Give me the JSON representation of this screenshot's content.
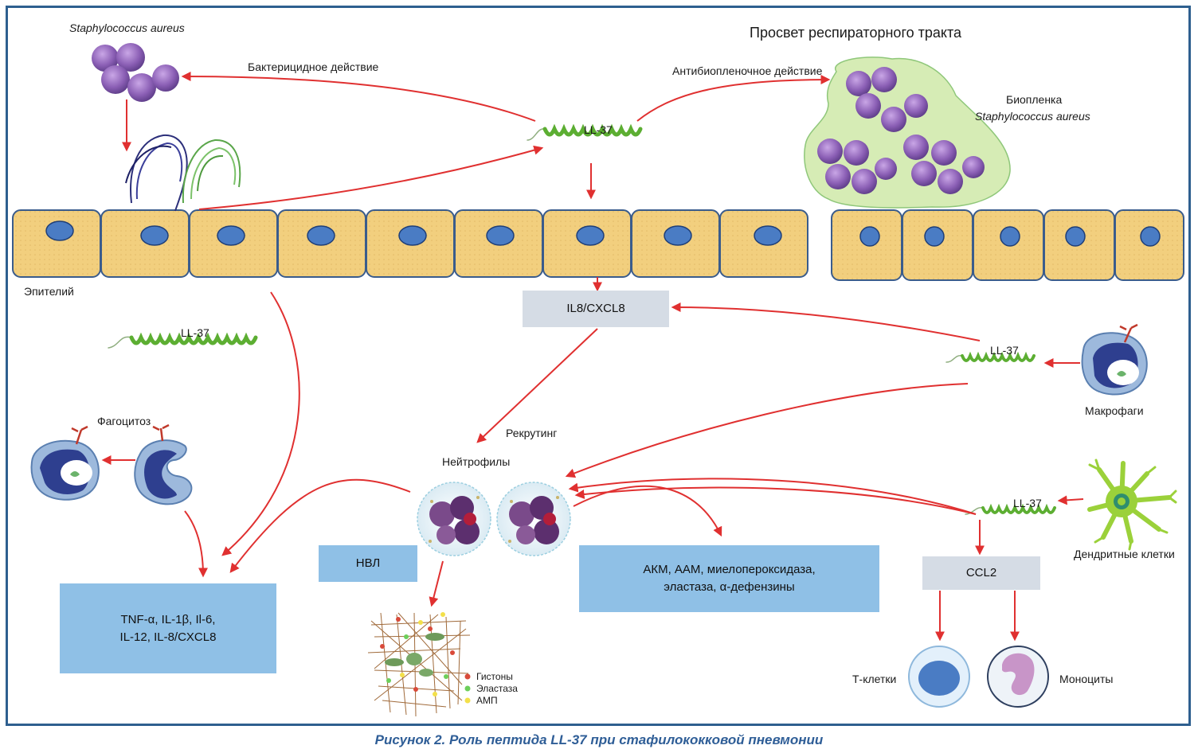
{
  "labels": {
    "staph_aureus": "Staphylococcus aureus",
    "lumen": "Просвет респираторного тракта",
    "bactericidal": "Бактерицидное действие",
    "antibiofilm": "Антибиопленочное действие",
    "ll37_top": "LL-37",
    "biofilm_line1": "Биопленка",
    "biofilm_line2": "Staphylococcus aureus",
    "epithelium": "Эпителий",
    "ll37_left": "LL-37",
    "ll37_macro": "LL-37",
    "ll37_dendritic": "LL-37",
    "macrophages": "Макрофаги",
    "phagocytosis": "Фагоцитоз",
    "recruiting": "Рекрутинг",
    "neutrophils": "Нейтрофилы",
    "dendritic": "Дендритные клетки",
    "t_cells": "Т-клетки",
    "monocytes": "Моноциты",
    "legend_histones": "Гистоны",
    "legend_elastase": "Эластаза",
    "legend_amp": "АМП"
  },
  "boxes": {
    "il8": "IL8/CXCL8",
    "nvl": "НВЛ",
    "akm_line1": "АКМ, ААМ, миелопероксидаза,",
    "akm_line2": "эластаза, α-дефензины",
    "cytokines_line1": "TNF-α, IL-1β, Il-6,",
    "cytokines_line2": "IL-12, IL-8/CXCL8",
    "ccl2": "CCL2"
  },
  "caption": "Рисунок 2. Роль пептида LL-37 при стафилококковой пневмонии",
  "colors": {
    "arrow": "#e03030",
    "cell_fill": "#f2cf7e",
    "cell_border": "#3a5c8c",
    "nucleus": "#4a7cc4",
    "bacteria": "#8b5fb5",
    "biofilm": "#d6ecb5",
    "peptide": "#5cae32",
    "box_blue": "#8fc0e6",
    "box_grey": "#d5dce5",
    "caption": "#2f5e97"
  }
}
